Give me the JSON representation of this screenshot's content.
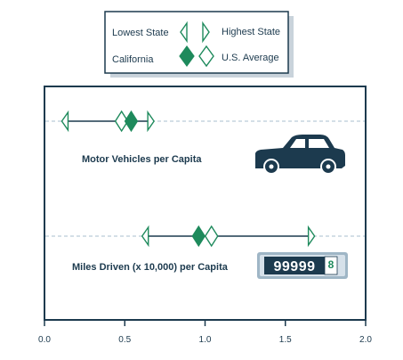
{
  "chart_data": {
    "type": "scatter",
    "title": "",
    "xlabel": "",
    "ylabel": "",
    "xlim": [
      0,
      2.0
    ],
    "x_ticks": [
      "0.0",
      "0.5",
      "1.0",
      "1.5",
      "2.0"
    ],
    "grid": false,
    "legend_position": "top-center",
    "legend": {
      "lowest": "Lowest State",
      "highest": "Highest State",
      "california": "California",
      "us_average": "U.S. Average"
    },
    "categories": [
      "Motor Vehicles per Capita",
      "Miles Driven (x 10,000) per Capita"
    ],
    "series": [
      {
        "name": "Lowest State",
        "values": [
          0.13,
          0.63
        ]
      },
      {
        "name": "Highest State",
        "values": [
          0.66,
          1.66
        ]
      },
      {
        "name": "California",
        "values": [
          0.54,
          0.96
        ]
      },
      {
        "name": "U.S. Average",
        "values": [
          0.48,
          1.04
        ]
      }
    ],
    "odometer": "99999",
    "colors": {
      "frame": "#1c3a4e",
      "marker": "#1e8a5c",
      "dashed_line": "#a9bfcf",
      "shadow": "#c9d3db",
      "odometer_body": "#9fb6c6",
      "car": "#1c3a4e"
    },
    "icons": [
      "car-icon",
      "odometer-icon"
    ]
  }
}
